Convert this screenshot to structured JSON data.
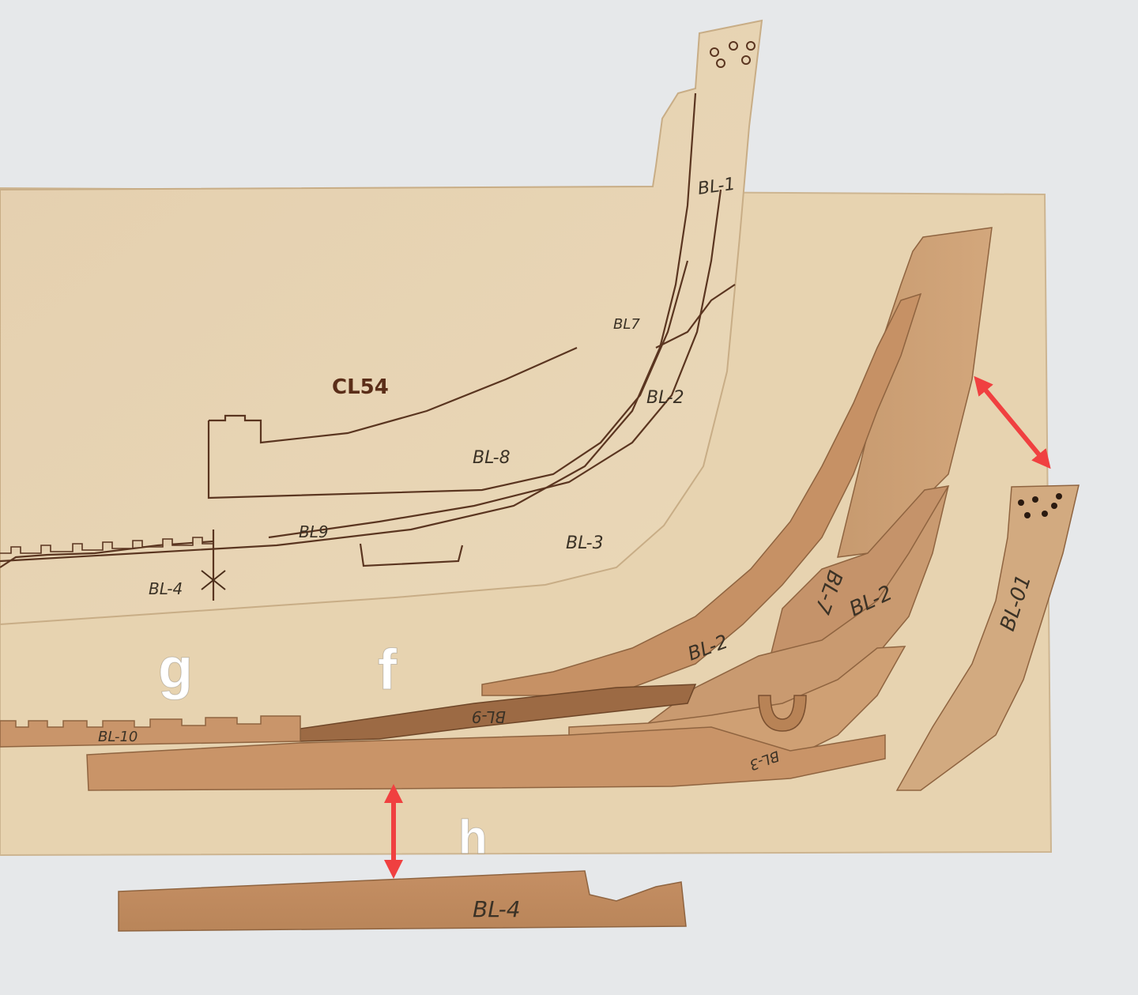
{
  "photo": {
    "sheet_label": "CL54",
    "callouts": {
      "f": "f",
      "g": "g",
      "h": "h"
    },
    "plywood_part_labels": {
      "bl1": "BL-1",
      "bl7": "BL7",
      "bl2": "BL-2",
      "bl8": "BL-8",
      "bl9": "BL9",
      "bl3": "BL-3",
      "bl4": "BL-4"
    },
    "hardwood_part_labels": {
      "bl7": "BL-7",
      "bl2_upper": "BL-2",
      "bl2_lower": "BL-2",
      "bl9": "BL-9",
      "bl10": "BL-10",
      "bl3": "BL-3",
      "bl01": "BL-01",
      "bl4_loose": "BL-4"
    },
    "colors": {
      "background": "#e6e8ea",
      "plywood": "#e8d5b3",
      "hardwood": "#c9976c",
      "dark_hardwood": "#9c6a44",
      "arrow": "#f04040"
    }
  }
}
